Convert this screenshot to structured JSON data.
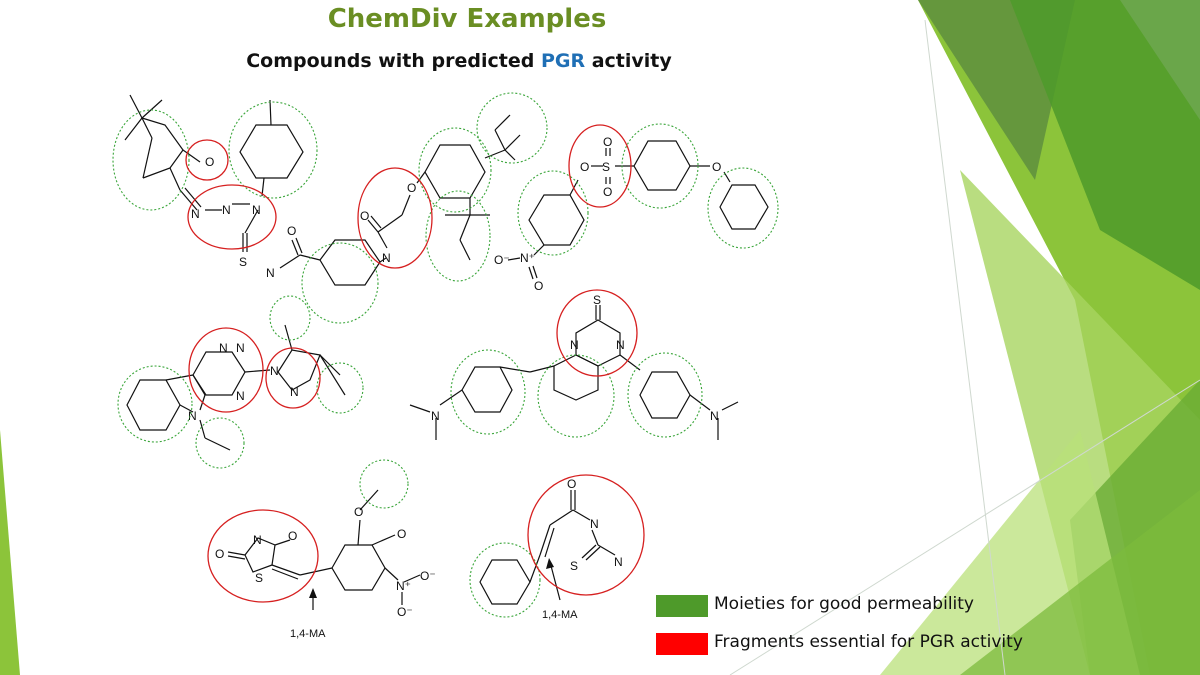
{
  "slide": {
    "title": "ChemDiv Examples",
    "subtitle_prefix": "Compounds with predicted ",
    "subtitle_target": "PGR",
    "subtitle_suffix": " activity"
  },
  "legend": {
    "green_label": "Moieties for good permeability",
    "red_label": "Fragments essential for PGR activity",
    "green_color": "#4e9a2a",
    "red_color": "#ff0000"
  },
  "annotations": {
    "arrow_label_left": "1,4-MA",
    "arrow_label_right": "1,4-MA"
  },
  "atoms": {
    "N": "N",
    "O": "O",
    "S": "S",
    "O_minus": "O⁻",
    "N_plus": "N⁺"
  },
  "colors": {
    "title": "#6a8e23",
    "pgr": "#1f6fb5",
    "green_circle": "#3aa53a",
    "red_circle": "#d62020"
  }
}
